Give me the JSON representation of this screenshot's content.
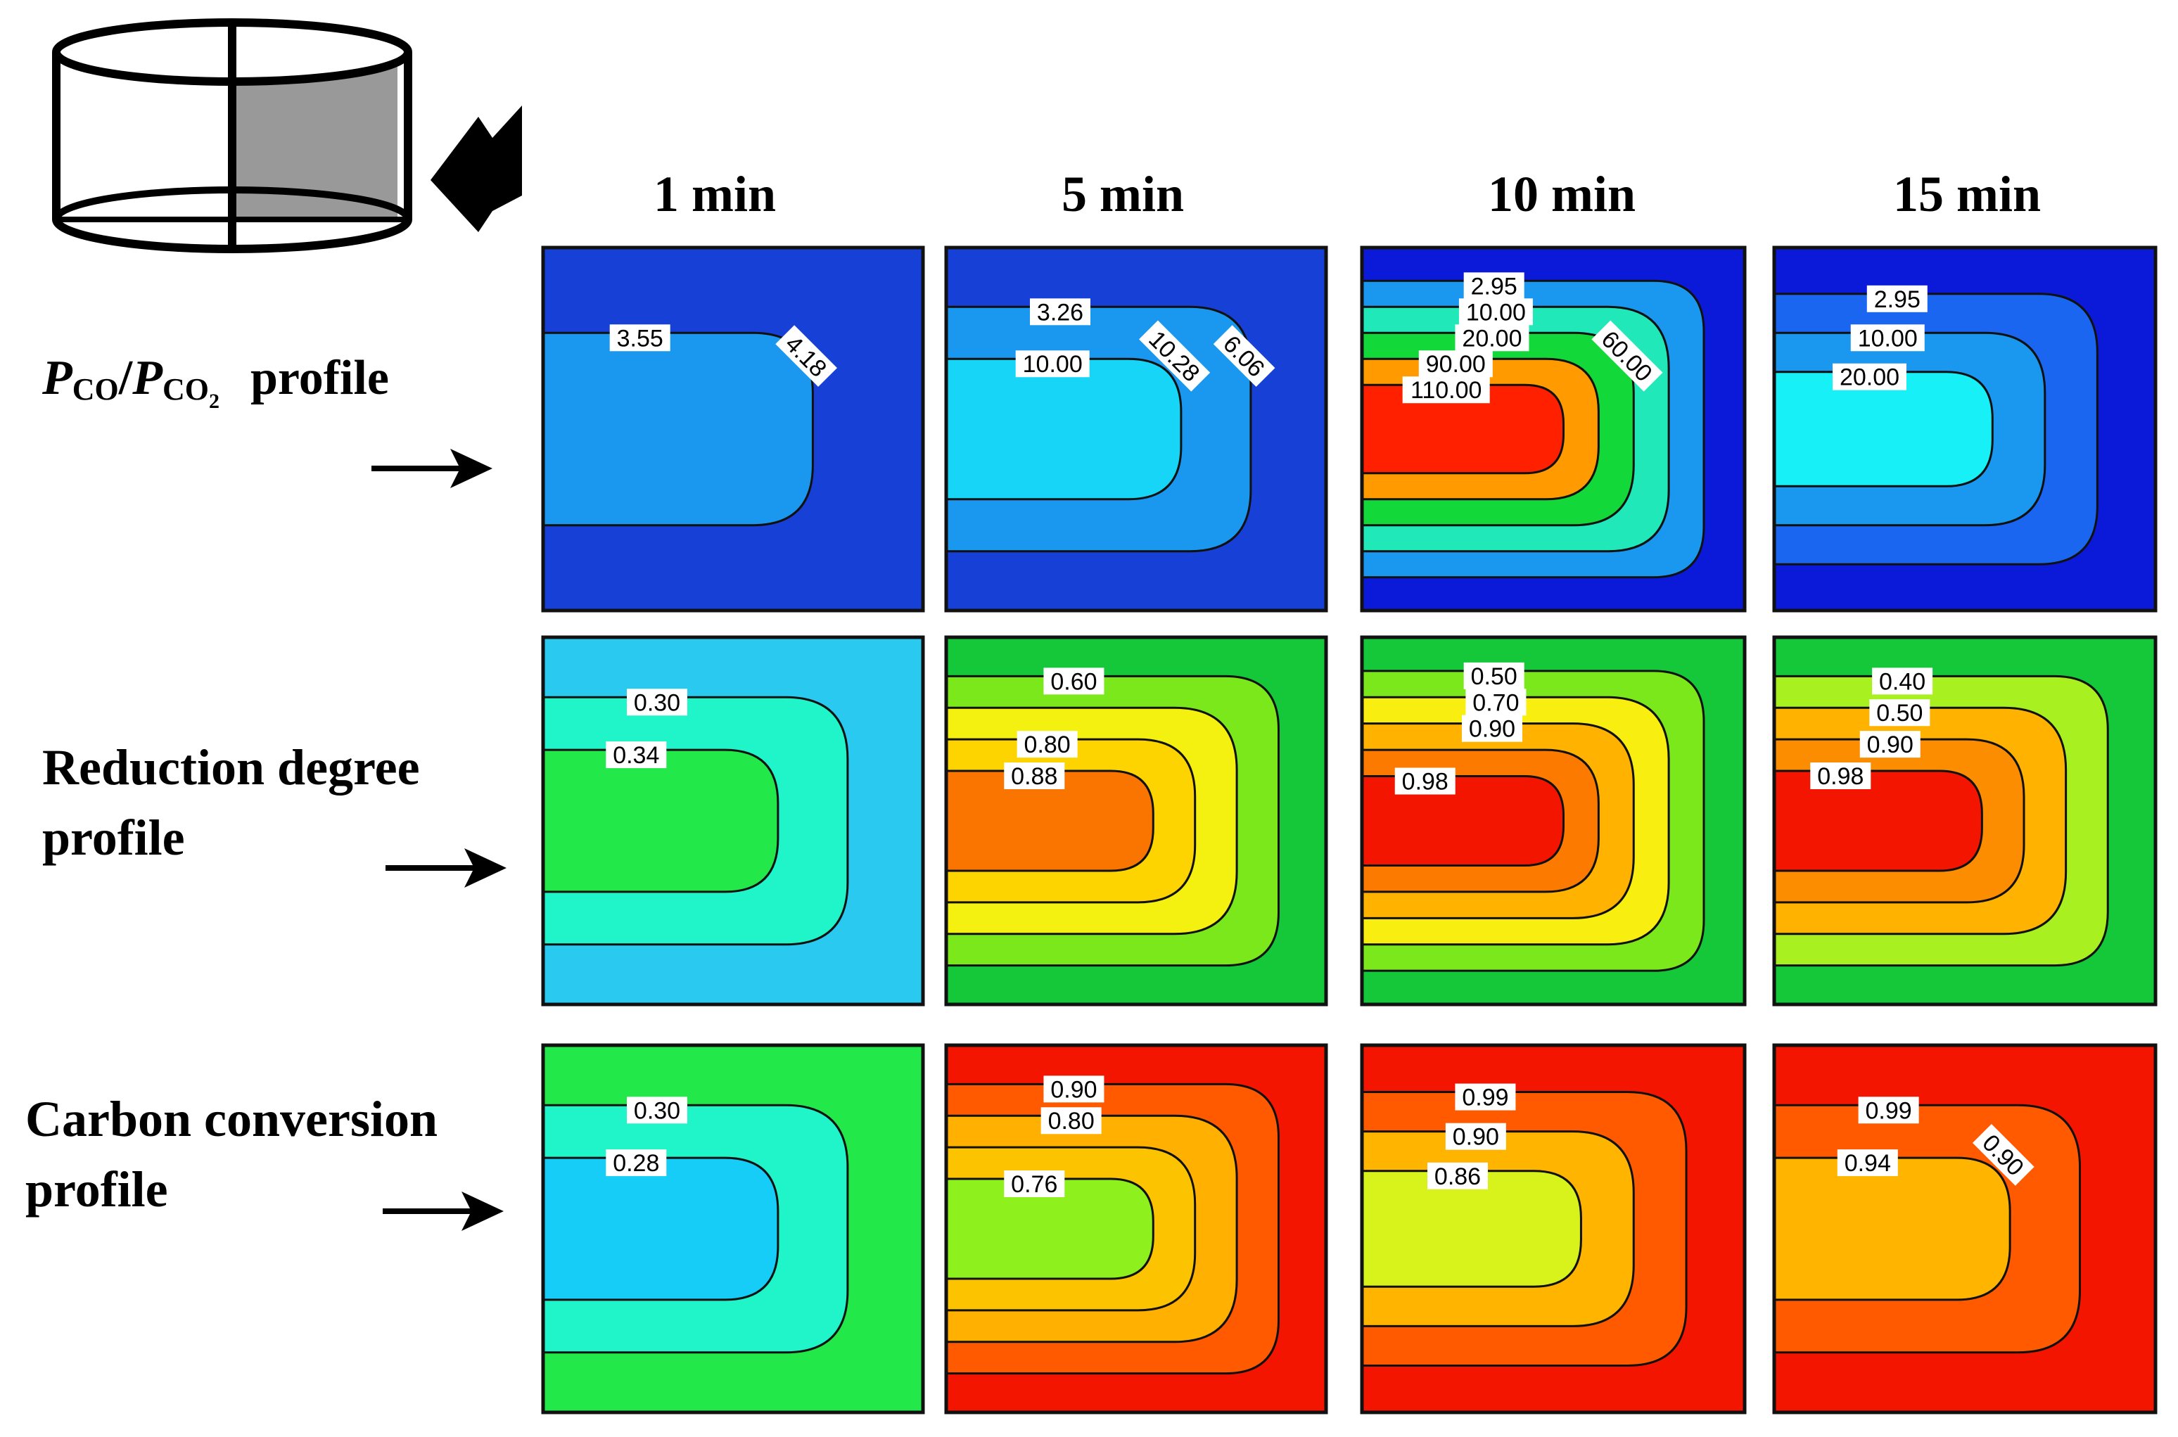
{
  "chart_data": {
    "type": "contour",
    "time_labels": [
      "1 min",
      "5 min",
      "10 min",
      "15 min"
    ],
    "rows": [
      {
        "label_lines": [],
        "panels": [
          {
            "colors": [
              "#1741d6",
              "#1a98f0"
            ],
            "levels": [
              {
                "from": 1,
                "label": "3.55"
              },
              {
                "from": 2,
                "label": "4.18"
              }
            ]
          },
          {
            "colors": [
              "#1741d6",
              "#1a98f0",
              "#16d5f6"
            ],
            "levels": [
              {
                "from": 1,
                "label": "3.26"
              },
              {
                "from": 1,
                "label": "6.06"
              },
              {
                "from": 2,
                "label": "10.00"
              },
              {
                "from": 3,
                "label": "10.28"
              }
            ]
          },
          {
            "colors": [
              "#0a1ad8",
              "#1a98f0",
              "#20e8b8",
              "#12d83a",
              "#ff9a00",
              "#ff2000"
            ],
            "levels": [
              {
                "from": 1,
                "label": "2.95"
              },
              {
                "from": 2,
                "label": "10.00"
              },
              {
                "from": 3,
                "label": "20.00"
              },
              {
                "from": 3,
                "label": "60.00"
              },
              {
                "from": 4,
                "label": "90.00"
              },
              {
                "from": 5,
                "label": "110.00"
              }
            ]
          },
          {
            "colors": [
              "#0a1ad8",
              "#1a66f0",
              "#1a98f0",
              "#16f0f6"
            ],
            "levels": [
              {
                "from": 1,
                "label": "2.95"
              },
              {
                "from": 2,
                "label": "10.00"
              },
              {
                "from": 3,
                "label": "20.00"
              }
            ]
          }
        ]
      },
      {
        "label_lines": [
          "Reduction degree",
          "profile"
        ],
        "panels": [
          {
            "colors": [
              "#2ac9ef",
              "#1ff5c8",
              "#22e84a"
            ],
            "levels": [
              {
                "from": 1,
                "label": "0.30"
              },
              {
                "from": 2,
                "label": "0.34"
              }
            ]
          },
          {
            "colors": [
              "#14c83a",
              "#7be81c",
              "#f4f010",
              "#fdd400",
              "#fa7400"
            ],
            "levels": [
              {
                "from": 1,
                "label": "0.60"
              },
              {
                "from": 3,
                "label": "0.80"
              },
              {
                "from": 4,
                "label": "0.88"
              }
            ]
          },
          {
            "colors": [
              "#14c83a",
              "#7be81c",
              "#f8ef10",
              "#ffb300",
              "#fc7a00",
              "#f41500"
            ],
            "levels": [
              {
                "from": 1,
                "label": "0.50"
              },
              {
                "from": 2,
                "label": "0.70"
              },
              {
                "from": 3,
                "label": "0.90"
              },
              {
                "from": 5,
                "label": "0.98"
              }
            ]
          },
          {
            "colors": [
              "#14c83a",
              "#a8f020",
              "#ffb300",
              "#fc8c00",
              "#f41500"
            ],
            "levels": [
              {
                "from": 1,
                "label": "0.40"
              },
              {
                "from": 2,
                "label": "0.50"
              },
              {
                "from": 3,
                "label": "0.90"
              },
              {
                "from": 4,
                "label": "0.98"
              }
            ]
          }
        ]
      },
      {
        "label_lines": [
          "Carbon conversion",
          "profile"
        ],
        "panels": [
          {
            "colors": [
              "#22e84a",
              "#1ff5c8",
              "#16cdf8"
            ],
            "levels": [
              {
                "from": 1,
                "label": "0.30"
              },
              {
                "from": 2,
                "label": "0.28"
              }
            ]
          },
          {
            "colors": [
              "#f41500",
              "#ff5a00",
              "#ffb000",
              "#fcc400",
              "#8ef01c"
            ],
            "levels": [
              {
                "from": 1,
                "label": "0.90"
              },
              {
                "from": 2,
                "label": "0.80"
              },
              {
                "from": 4,
                "label": "0.76"
              }
            ]
          },
          {
            "colors": [
              "#f41500",
              "#ff5a00",
              "#ffb400",
              "#d8f21c"
            ],
            "levels": [
              {
                "from": 1,
                "label": "0.99"
              },
              {
                "from": 2,
                "label": "0.90"
              },
              {
                "from": 3,
                "label": "0.86"
              }
            ]
          },
          {
            "colors": [
              "#f41500",
              "#ff5a00",
              "#ffb400"
            ],
            "levels": [
              {
                "from": 1,
                "label": "0.99"
              },
              {
                "from": 2,
                "label": "0.94"
              },
              {
                "from": 2,
                "label": "0.90"
              }
            ]
          }
        ]
      }
    ],
    "row1_label": {
      "p1": "P",
      "sub1": "CO",
      "slash": "/",
      "p2": "P",
      "sub2": "CO",
      "sub2b": "2",
      "suffix": "profile"
    }
  }
}
